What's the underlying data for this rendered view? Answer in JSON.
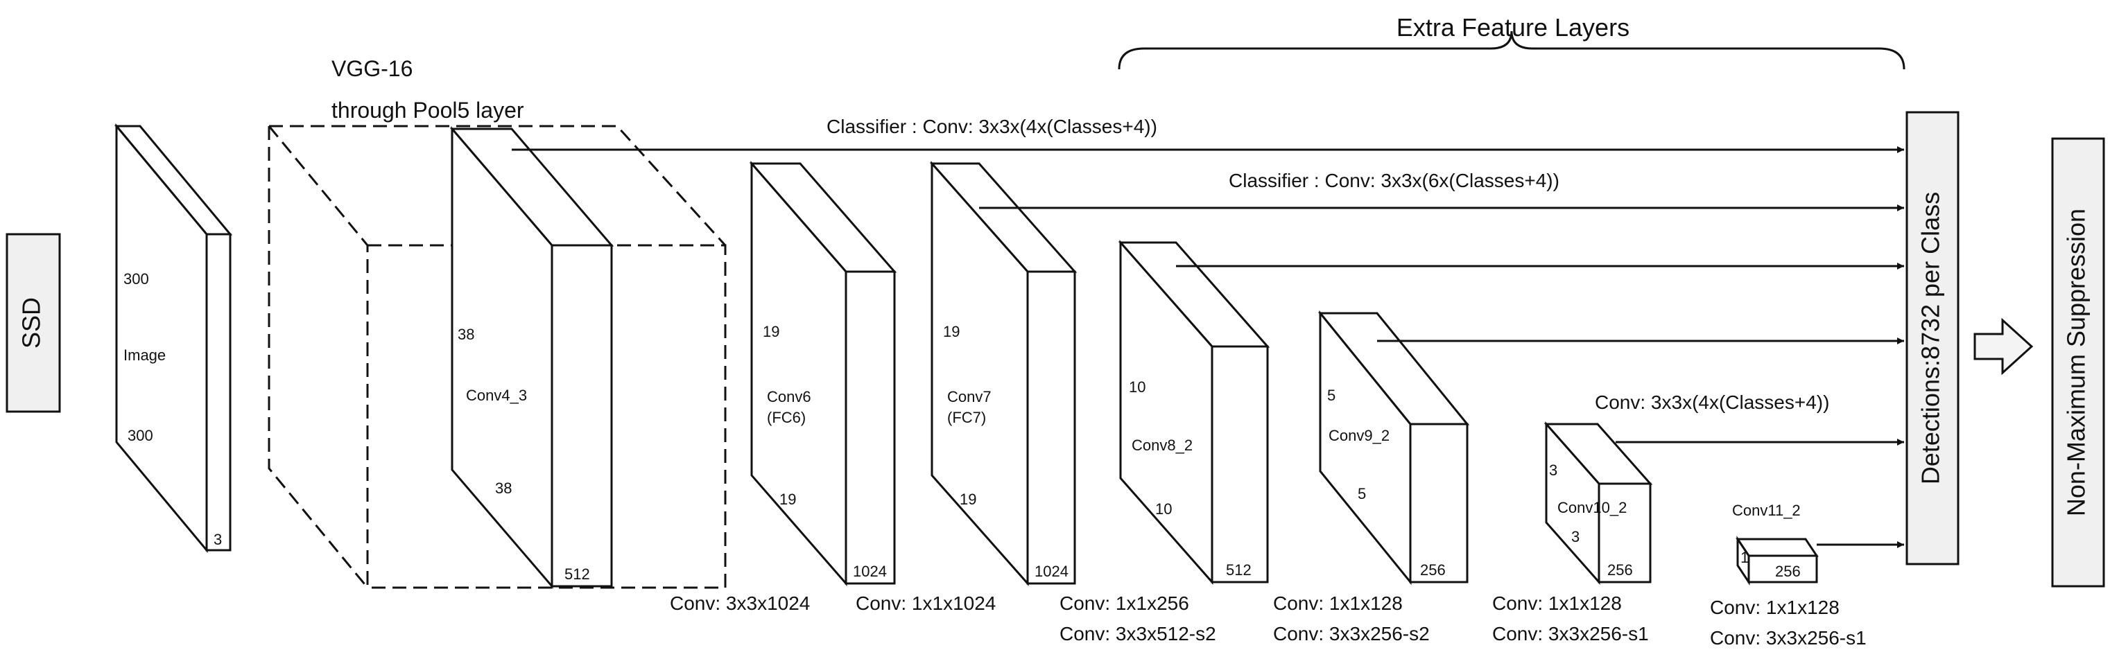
{
  "side_labels": {
    "ssd": "SSD",
    "detections": "Detections:8732  per Class",
    "nms": "Non-Maximum Suppression"
  },
  "headers": {
    "vgg_line1": "VGG-16",
    "vgg_line2": "through Pool5 layer",
    "extra_feature_layers": "Extra Feature Layers"
  },
  "classifiers": {
    "c1": "Classifier : Conv: 3x3x(4x(Classes+4))",
    "c2": "Classifier : Conv: 3x3x(6x(Classes+4))",
    "c3": "Conv: 3x3x(4x(Classes+4))"
  },
  "blocks": {
    "image": {
      "dim_top": "300",
      "name": "Image",
      "dim_bottom": "300",
      "depth": "3"
    },
    "conv4_3": {
      "dim_side": "38",
      "name": "Conv4_3",
      "dim_bottom": "38",
      "depth": "512"
    },
    "conv6": {
      "dim_side": "19",
      "name_line1": "Conv6",
      "name_line2": "(FC6)",
      "dim_bottom": "19",
      "depth": "1024"
    },
    "conv7": {
      "dim_side": "19",
      "name_line1": "Conv7",
      "name_line2": "(FC7)",
      "dim_bottom": "19",
      "depth": "1024"
    },
    "conv8_2": {
      "dim_side": "10",
      "name": "Conv8_2",
      "dim_bottom": "10",
      "depth": "512"
    },
    "conv9_2": {
      "dim_side": "5",
      "name": "Conv9_2",
      "dim_bottom": "5",
      "depth": "256"
    },
    "conv10_2": {
      "dim_side": "3",
      "name": "Conv10_2",
      "dim_bottom": "3",
      "depth": "256"
    },
    "conv11_2": {
      "name": "Conv11_2",
      "dim_side": "1",
      "depth": "256"
    }
  },
  "conv_labels": {
    "c6": "Conv: 3x3x1024",
    "c7": "Conv: 1x1x1024",
    "c8_line1": "Conv:  1x1x256",
    "c8_line2": "Conv:  3x3x512-s2",
    "c9_line1": "Conv: 1x1x128",
    "c9_line2": "Conv: 3x3x256-s2",
    "c10_line1": "Conv: 1x1x128",
    "c10_line2": "Conv: 3x3x256-s1",
    "c11_line1": "Conv: 1x1x128",
    "c11_line2": "Conv: 3x3x256-s1"
  }
}
